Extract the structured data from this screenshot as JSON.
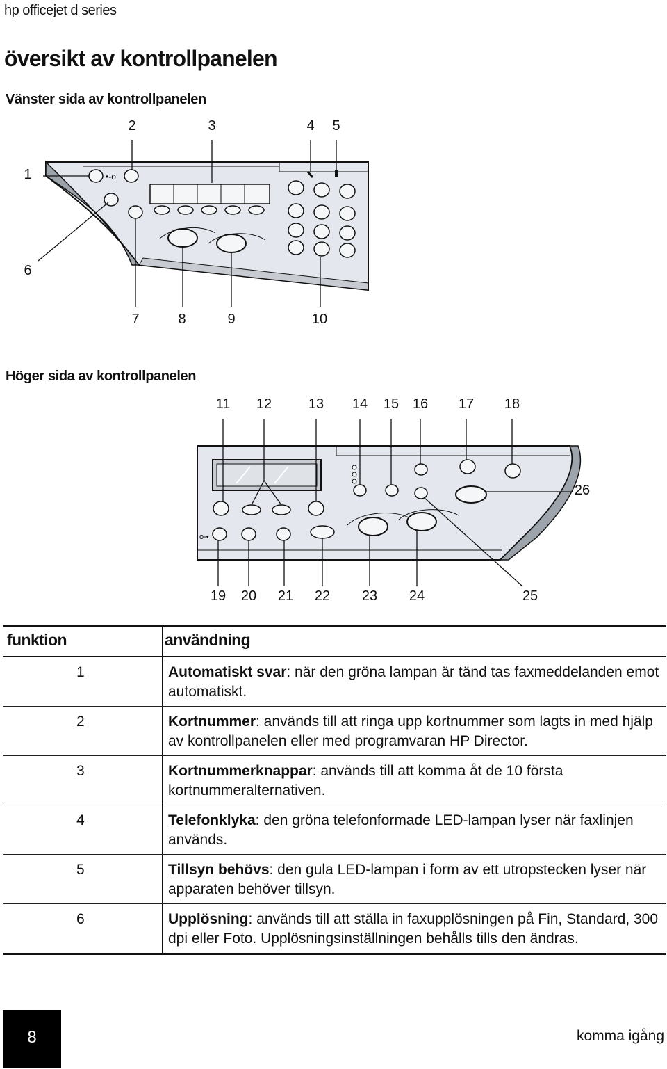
{
  "header": {
    "running_head": "hp officejet d series",
    "title": "översikt av kontrollpanelen"
  },
  "left_panel": {
    "heading": "Vänster sida av kontrollpanelen",
    "callouts_top": [
      "2",
      "3",
      "4",
      "5"
    ],
    "callout_1": "1",
    "callout_6": "6",
    "callouts_bottom": [
      "7",
      "8",
      "9",
      "10"
    ]
  },
  "right_panel": {
    "heading": "Höger sida av kontrollpanelen",
    "callouts_top": [
      "11",
      "12",
      "13",
      "14",
      "15",
      "16",
      "17",
      "18"
    ],
    "callout_26": "26",
    "callouts_bottom": [
      "19",
      "20",
      "21",
      "22",
      "23",
      "24",
      "25"
    ]
  },
  "table": {
    "col_function": "funktion",
    "col_usage": "användning",
    "rows": [
      {
        "num": "1",
        "term": "Automatiskt svar",
        "text": ": när den gröna lampan är tänd tas faxmeddelanden emot automatiskt."
      },
      {
        "num": "2",
        "term": "Kortnummer",
        "text": ": används till att ringa upp kortnummer som lagts in med hjälp av kontrollpanelen eller med programvaran HP Director."
      },
      {
        "num": "3",
        "term": "Kortnummerknappar",
        "text": ": används till att komma åt de 10 första kortnummeralternativen."
      },
      {
        "num": "4",
        "term": "Telefonklyka",
        "text": ": den gröna telefonformade LED-lampan lyser när faxlinjen används."
      },
      {
        "num": "5",
        "term": "Tillsyn behövs",
        "text": ": den gula LED-lampan i form av ett utropstecken lyser när apparaten behöver tillsyn."
      },
      {
        "num": "6",
        "term": "Upplösning",
        "text": ": används till att ställa in faxupplösningen på Fin, Standard, 300 dpi eller Foto. Upplösningsinställningen behålls tills den ändras."
      }
    ]
  },
  "footer": {
    "page_number": "8",
    "section": "komma igång"
  },
  "colors": {
    "panel_fill": "#e4e8ee",
    "panel_shadow": "#9ea4ac",
    "display_fill": "#c8ccd2",
    "ink": "#111111"
  }
}
